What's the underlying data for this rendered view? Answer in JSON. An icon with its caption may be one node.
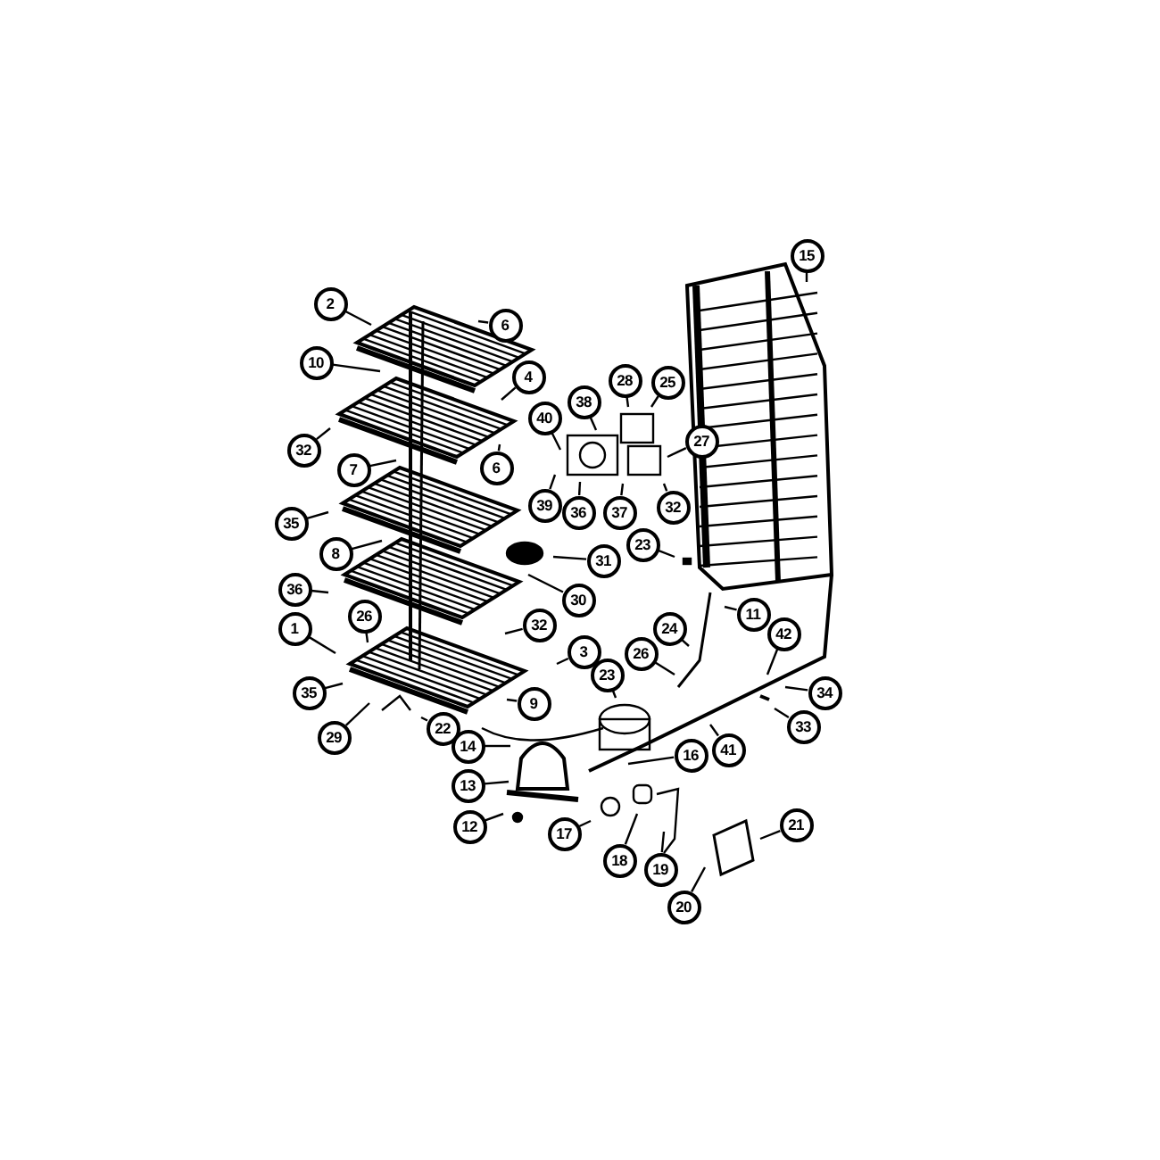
{
  "diagram": {
    "nodes": [
      {
        "text": [
          "15"
        ]
      },
      {
        "text": [
          "2"
        ]
      },
      {
        "text": [
          "6"
        ]
      },
      {
        "text": [
          "10"
        ]
      },
      {
        "text": [
          "4"
        ]
      },
      {
        "text": [
          "28"
        ]
      },
      {
        "text": [
          "25"
        ]
      },
      {
        "text": [
          "38"
        ]
      },
      {
        "text": [
          "40"
        ]
      },
      {
        "text": [
          "27"
        ]
      },
      {
        "text": [
          "32"
        ]
      },
      {
        "text": [
          "6"
        ]
      },
      {
        "text": [
          "7"
        ]
      },
      {
        "text": [
          "39"
        ]
      },
      {
        "text": [
          "36"
        ]
      },
      {
        "text": [
          "37"
        ]
      },
      {
        "text": [
          "32"
        ]
      },
      {
        "text": [
          "35"
        ]
      },
      {
        "text": [
          "23"
        ]
      },
      {
        "text": [
          "31"
        ]
      },
      {
        "text": [
          "8"
        ]
      },
      {
        "text": [
          "30"
        ]
      },
      {
        "text": [
          "36"
        ]
      },
      {
        "text": [
          "26"
        ]
      },
      {
        "text": [
          "11"
        ]
      },
      {
        "text": [
          "32"
        ]
      },
      {
        "text": [
          "1"
        ]
      },
      {
        "text": [
          "24"
        ]
      },
      {
        "text": [
          "42"
        ]
      },
      {
        "text": [
          "3"
        ]
      },
      {
        "text": [
          "26"
        ]
      },
      {
        "text": [
          "23"
        ]
      },
      {
        "text": [
          "34"
        ]
      },
      {
        "text": [
          "35"
        ]
      },
      {
        "text": [
          "9"
        ]
      },
      {
        "text": [
          "22"
        ]
      },
      {
        "text": [
          "41"
        ]
      },
      {
        "text": [
          "33"
        ]
      },
      {
        "text": [
          "29"
        ]
      },
      {
        "text": [
          "14"
        ]
      },
      {
        "text": [
          "16"
        ]
      },
      {
        "text": [
          "13"
        ]
      },
      {
        "text": [
          "12"
        ]
      },
      {
        "text": [
          "21"
        ]
      },
      {
        "text": [
          "17"
        ]
      },
      {
        "text": [
          "18"
        ]
      },
      {
        "text": [
          "19"
        ]
      },
      {
        "text": [
          "20"
        ]
      }
    ],
    "edges": [
      {
        "from": 0,
        "to": null,
        "arrow": "none"
      },
      {
        "from": 1,
        "to": null,
        "arrow": "none"
      },
      {
        "from": 2,
        "to": null,
        "arrow": "none"
      },
      {
        "from": 3,
        "to": null,
        "arrow": "none"
      },
      {
        "from": 4,
        "to": null,
        "arrow": "none"
      },
      {
        "from": 5,
        "to": null,
        "arrow": "none"
      },
      {
        "from": 6,
        "to": null,
        "arrow": "none"
      },
      {
        "from": 7,
        "to": null,
        "arrow": "none"
      },
      {
        "from": 8,
        "to": null,
        "arrow": "none"
      },
      {
        "from": 9,
        "to": null,
        "arrow": "none"
      },
      {
        "from": 10,
        "to": null,
        "arrow": "none"
      },
      {
        "from": 11,
        "to": null,
        "arrow": "none"
      },
      {
        "from": 12,
        "to": null,
        "arrow": "none"
      },
      {
        "from": 13,
        "to": null,
        "arrow": "none"
      },
      {
        "from": 14,
        "to": null,
        "arrow": "none"
      },
      {
        "from": 15,
        "to": null,
        "arrow": "none"
      },
      {
        "from": 16,
        "to": null,
        "arrow": "none"
      },
      {
        "from": 17,
        "to": null,
        "arrow": "none"
      },
      {
        "from": 18,
        "to": null,
        "arrow": "none"
      },
      {
        "from": 19,
        "to": null,
        "arrow": "none"
      },
      {
        "from": 20,
        "to": null,
        "arrow": "none"
      },
      {
        "from": 21,
        "to": null,
        "arrow": "none"
      },
      {
        "from": 22,
        "to": null,
        "arrow": "none"
      },
      {
        "from": 23,
        "to": null,
        "arrow": "none"
      },
      {
        "from": 24,
        "to": null,
        "arrow": "none"
      },
      {
        "from": 25,
        "to": null,
        "arrow": "none"
      },
      {
        "from": 26,
        "to": null,
        "arrow": "none"
      },
      {
        "from": 27,
        "to": null,
        "arrow": "none"
      },
      {
        "from": 28,
        "to": null,
        "arrow": "none"
      },
      {
        "from": 29,
        "to": null,
        "arrow": "none"
      },
      {
        "from": 30,
        "to": null,
        "arrow": "none"
      },
      {
        "from": 31,
        "to": null,
        "arrow": "none"
      },
      {
        "from": 32,
        "to": null,
        "arrow": "none"
      },
      {
        "from": 33,
        "to": null,
        "arrow": "none"
      },
      {
        "from": 34,
        "to": null,
        "arrow": "none"
      },
      {
        "from": 35,
        "to": null,
        "arrow": "none"
      },
      {
        "from": 36,
        "to": null,
        "arrow": "none"
      },
      {
        "from": 37,
        "to": null,
        "arrow": "none"
      },
      {
        "from": 38,
        "to": null,
        "arrow": "none"
      },
      {
        "from": 39,
        "to": null,
        "arrow": "none"
      },
      {
        "from": 40,
        "to": null,
        "arrow": "none"
      },
      {
        "from": 41,
        "to": null,
        "arrow": "none"
      },
      {
        "from": 42,
        "to": null,
        "arrow": "none"
      },
      {
        "from": 43,
        "to": null,
        "arrow": "none"
      },
      {
        "from": 44,
        "to": null,
        "arrow": "none"
      },
      {
        "from": 45,
        "to": null,
        "arrow": "none"
      },
      {
        "from": 46,
        "to": null,
        "arrow": "none"
      },
      {
        "from": 47,
        "to": null,
        "arrow": "none"
      }
    ]
  }
}
